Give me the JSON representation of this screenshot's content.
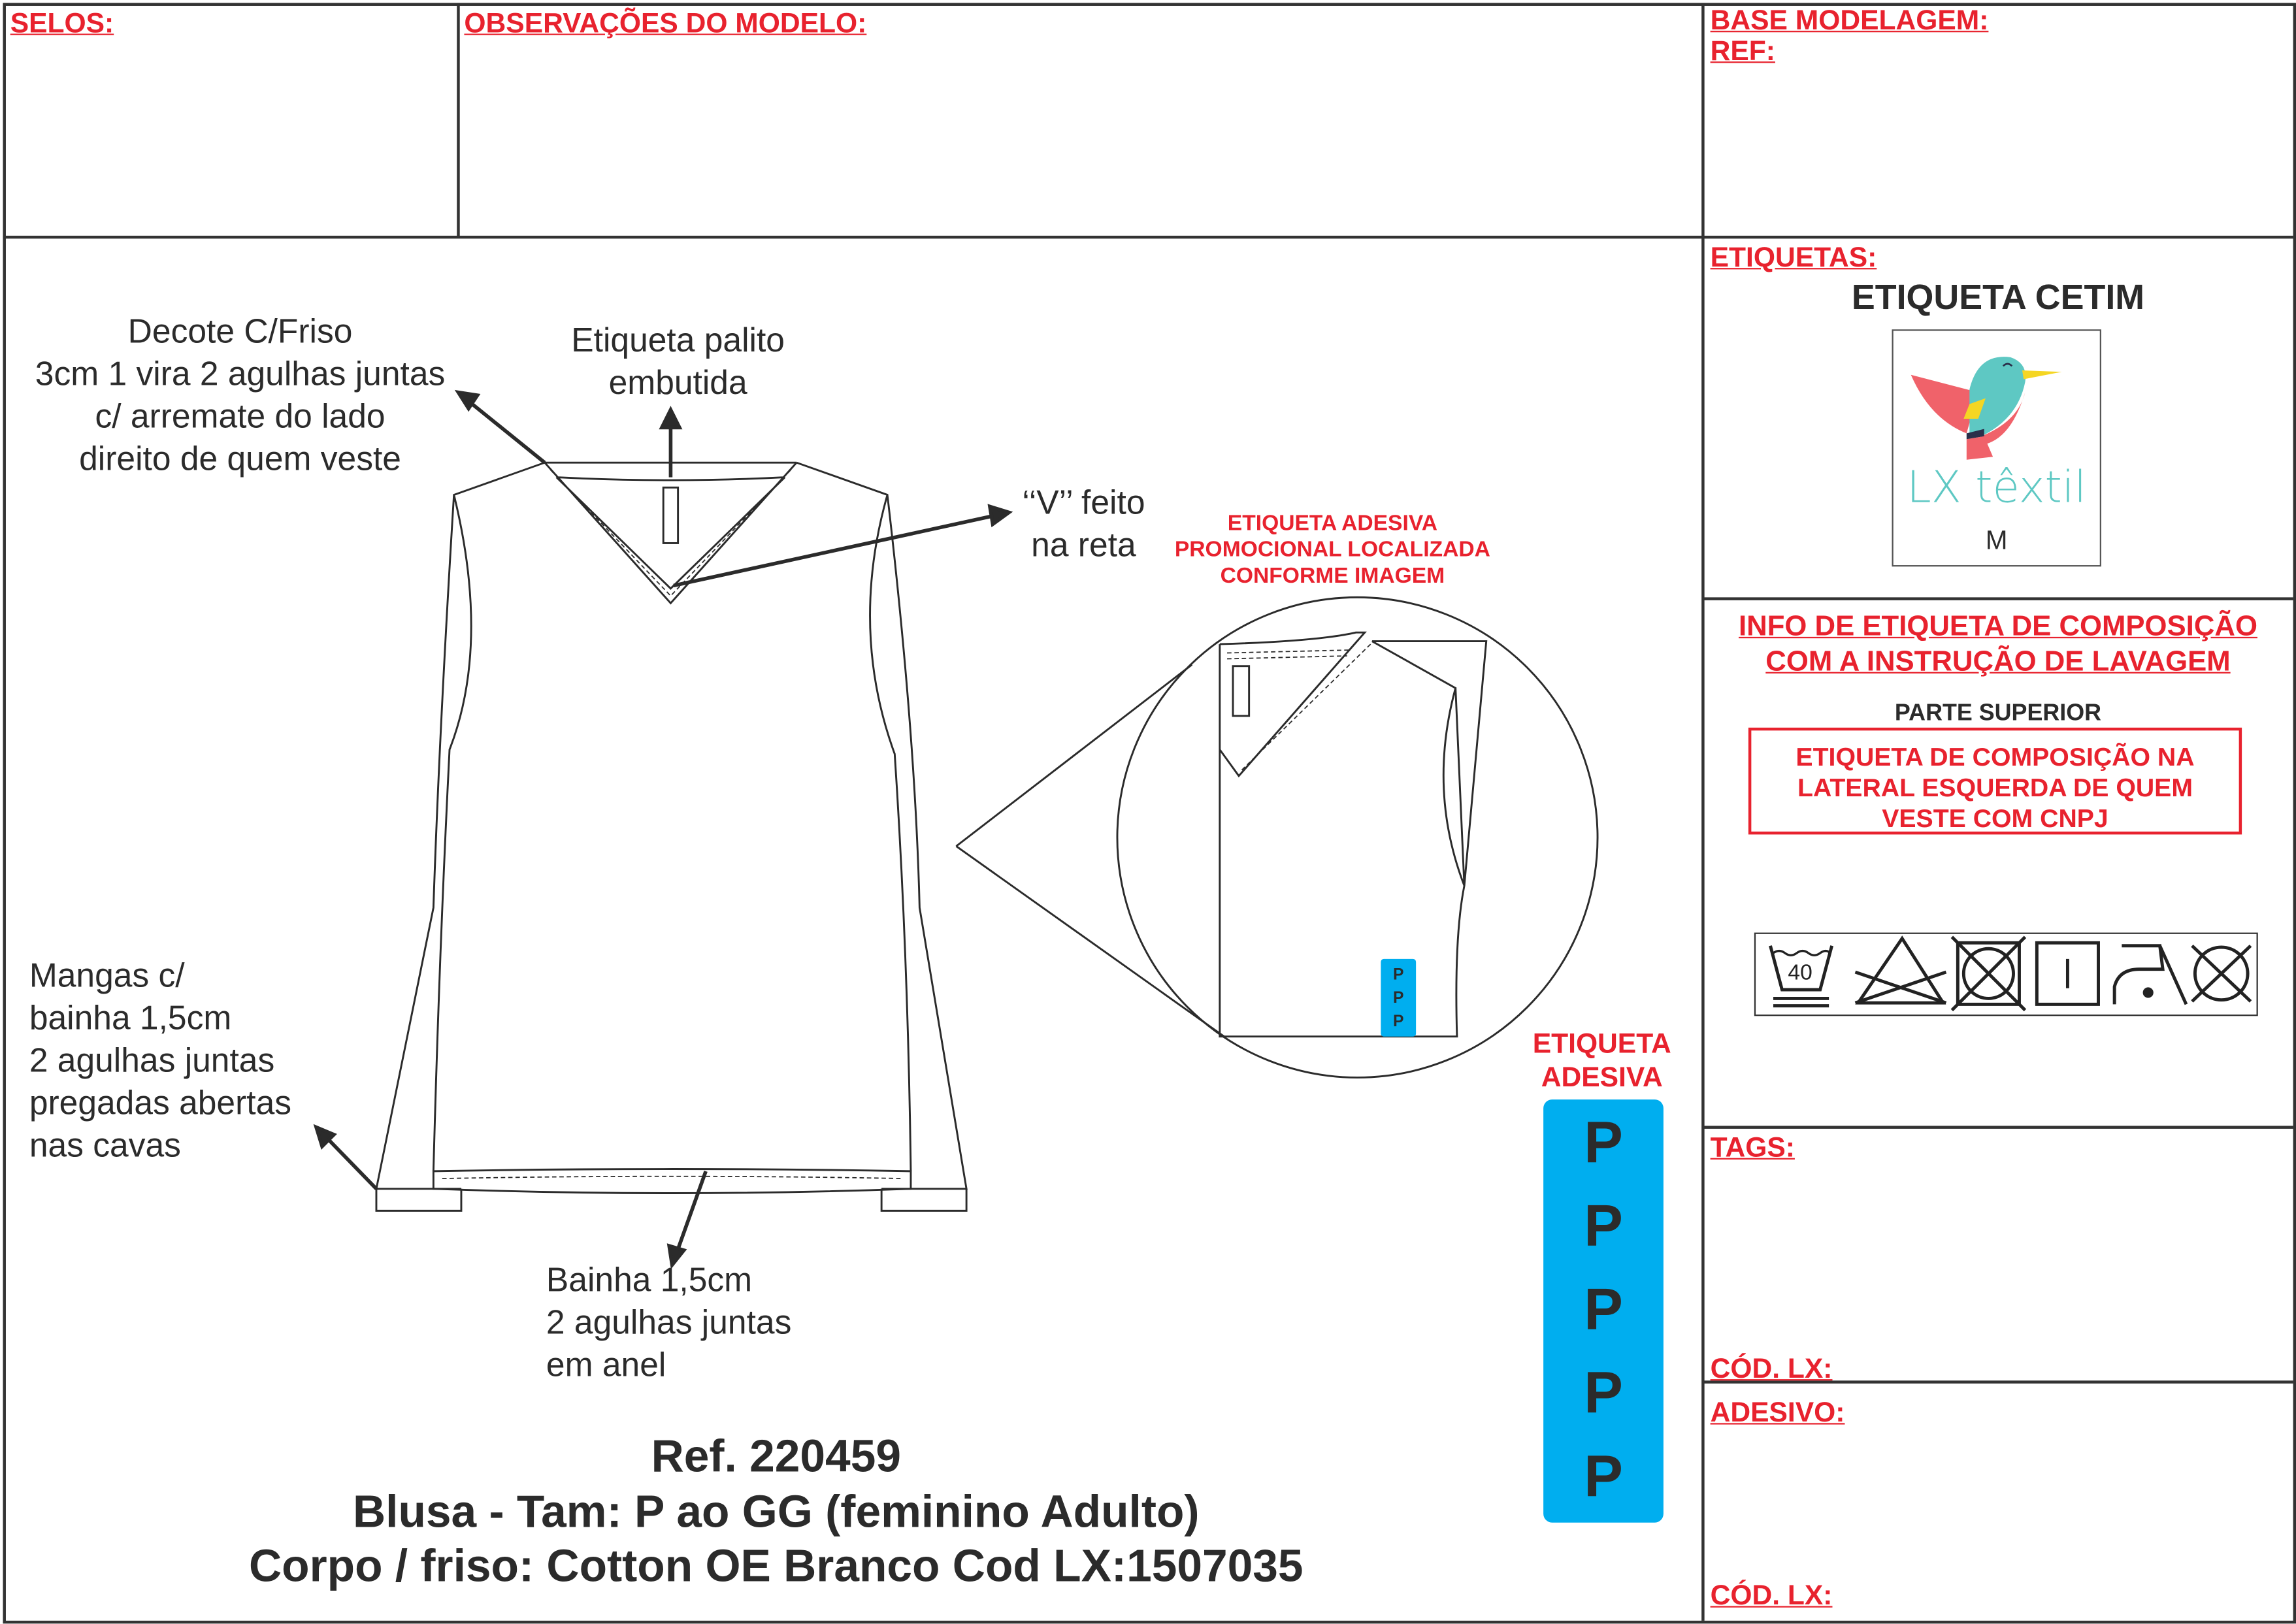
{
  "header": {
    "selos": "SELOS:",
    "observacoes": "OBSERVAÇÕES DO MODELO:",
    "base_modelagem": "BASE MODELAGEM:",
    "ref": "REF:"
  },
  "right_panel": {
    "etiquetas": "ETIQUETAS:",
    "etiqueta_cetim": "ETIQUETA CETIM",
    "brand_logo_text": "LX têxtil",
    "label_size": "M",
    "composicao_title": [
      "INFO DE ETIQUETA DE COMPOSIÇÃO",
      "COM A INSTRUÇÃO DE LAVAGEM"
    ],
    "parte_superior": "PARTE SUPERIOR",
    "composicao_box": [
      "ETIQUETA DE COMPOSIÇÃO NA",
      "LATERAL ESQUERDA DE QUEM",
      "VESTE COM CNPJ"
    ],
    "care_symbols": [
      "wash-40-gentle-icon",
      "no-bleach-icon",
      "no-tumble-dry-icon",
      "line-dry-icon",
      "iron-low-icon",
      "no-dry-clean-icon"
    ],
    "wash_temp": "40",
    "tags": "TAGS:",
    "cod_lx_1": "CÓD. LX:",
    "adesivo": "ADESIVO:",
    "cod_lx_2": "CÓD. LX:"
  },
  "annotations": {
    "decote": [
      "Decote C/Friso",
      "3cm 1 vira 2 agulhas juntas",
      "c/ arremate do lado",
      "direito de quem veste"
    ],
    "etiqueta_palito": [
      "Etiqueta palito",
      "embutida"
    ],
    "v_feito": [
      "‘‘V’’ feito",
      "na reta"
    ],
    "mangas": [
      "Mangas c/",
      "bainha 1,5cm",
      "2 agulhas juntas",
      "pregadas abertas",
      "nas cavas"
    ],
    "bainha": [
      "Bainha 1,5cm",
      "2 agulhas juntas",
      "em anel"
    ],
    "adesiva_promo": [
      "ETIQUETA ADESIVA",
      "PROMOCIONAL LOCALIZADA",
      "CONFORME IMAGEM"
    ],
    "etiqueta_adesiva": [
      "ETIQUETA",
      "ADESIVA"
    ]
  },
  "sticker": {
    "letters": [
      "P",
      "P",
      "P",
      "P",
      "P"
    ],
    "mini_letters": [
      "P",
      "P",
      "P"
    ],
    "color": "#00aeef"
  },
  "footer": {
    "ref": "Ref. 220459",
    "desc": "Blusa - Tam: P ao GG (feminino Adulto)",
    "material": "Corpo / friso: Cotton OE Branco Cod LX:1507035"
  }
}
